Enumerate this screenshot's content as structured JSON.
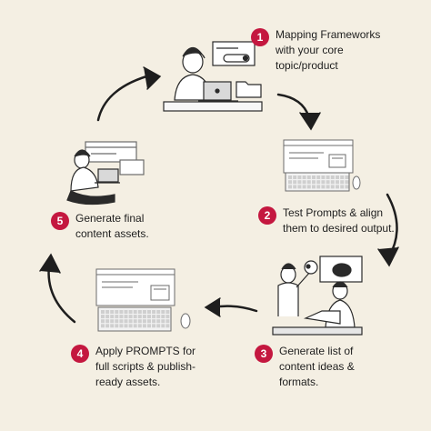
{
  "colors": {
    "background": "#f4efe3",
    "badge": "#c4173f",
    "badge_text": "#ffffff",
    "text": "#1e1e1e",
    "arrow": "#1e1e1e"
  },
  "steps": [
    {
      "number": "1",
      "text": "Mapping Frameworks\nwith your core\ntopic/product"
    },
    {
      "number": "2",
      "text": "Test Prompts & align\nthem to desired output."
    },
    {
      "number": "3",
      "text": "Generate list of\ncontent ideas &\nformats."
    },
    {
      "number": "4",
      "text": "Apply PROMPTS for\nfull scripts & publish-\nready assets."
    },
    {
      "number": "5",
      "text": "Generate final\ncontent assets."
    }
  ],
  "icons": [
    "person-at-laptop-illustration",
    "keyboard-monitor-illustration",
    "team-meeting-illustration",
    "keyboard-monitor-illustration",
    "person-sitting-with-laptop-illustration",
    "curved-arrow-icon"
  ]
}
